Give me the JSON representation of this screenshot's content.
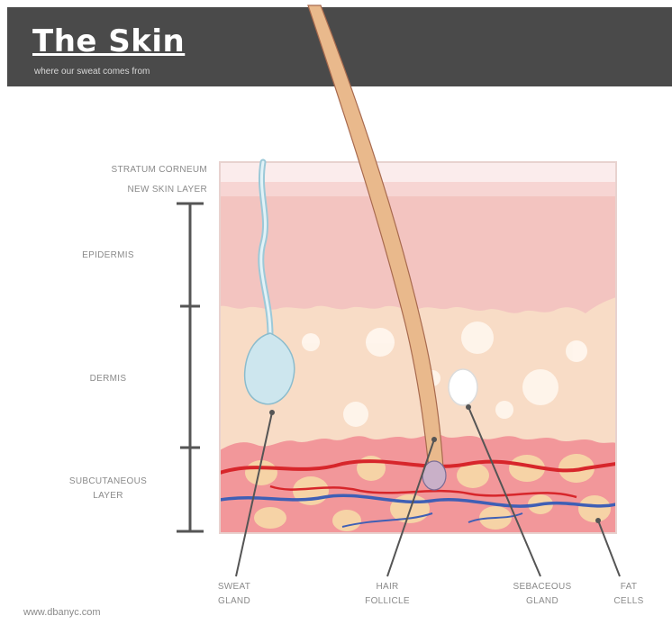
{
  "header": {
    "title": "The Skin",
    "subtitle": "where our sweat comes from"
  },
  "layers": {
    "stratum_corneum": "STRATUM CORNEUM",
    "new_skin_layer": "NEW SKIN LAYER",
    "epidermis": "EPIDERMIS",
    "dermis": "DERMIS",
    "subcutaneous_1": "SUBCUTANEOUS",
    "subcutaneous_2": "LAYER"
  },
  "callouts": {
    "sweat_1": "SWEAT",
    "sweat_2": "GLAND",
    "hair_1": "HAIR",
    "hair_2": "FOLLICLE",
    "sebaceous_1": "SEBACEOUS",
    "sebaceous_2": "GLAND",
    "fat_1": "FAT",
    "fat_2": "CELLS"
  },
  "footer": {
    "url": "www.dbanyc.com"
  },
  "colors": {
    "header_bg": "#4a4a4a",
    "epidermis": "#f3c4c0",
    "dermis": "#f8dcc6",
    "subcutaneous": "#f2979a",
    "hair": "#e9b98c",
    "sweat_gland": "#cde6ee",
    "artery": "#d7262b",
    "vein": "#3f5fb5",
    "fat_cell": "#f6d3a6"
  }
}
